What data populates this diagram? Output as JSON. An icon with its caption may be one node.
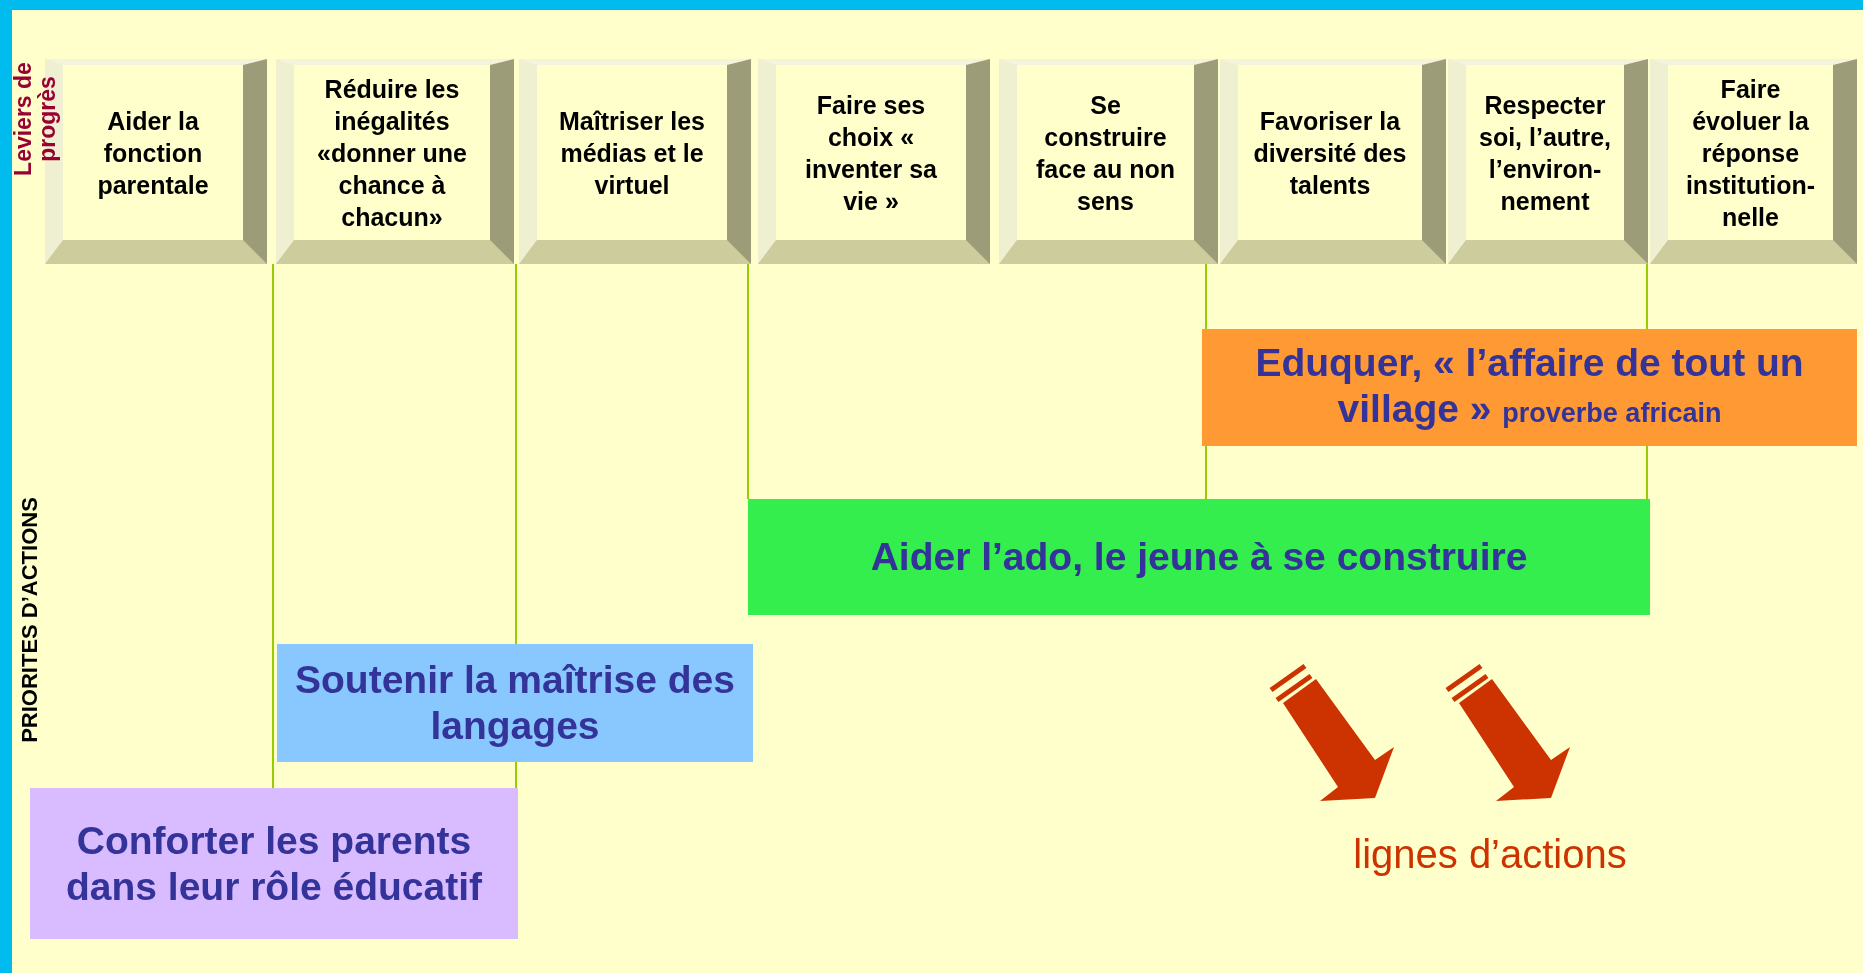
{
  "diagram": {
    "nodes": [
      {
        "text": [
          "Aider la fonction parentale"
        ]
      },
      {
        "text": [
          "Réduire les inégalités «donner une chance à chacun»"
        ]
      },
      {
        "text": [
          "Maîtriser les médias et le virtuel"
        ]
      },
      {
        "text": [
          "Faire ses choix « inventer sa vie »"
        ]
      },
      {
        "text": [
          "Se construire face au non sens"
        ]
      },
      {
        "text": [
          "Favoriser la diversité des talents"
        ]
      },
      {
        "text": [
          "Respecter soi, l’autre, l’environ-nement"
        ]
      },
      {
        "text": [
          "Faire évoluer la réponse institution-nelle"
        ]
      },
      {
        "text": [
          "Eduquer, « l’affaire de tout un village »",
          "proverbe africain"
        ]
      },
      {
        "text": [
          "Aider l’ado,  le jeune à se construire"
        ]
      },
      {
        "text": [
          "Soutenir la maîtrise des langages"
        ]
      },
      {
        "text": [
          "Conforter les parents dans leur rôle éducatif"
        ]
      }
    ],
    "edges": [
      {
        "from": 0,
        "to": 11,
        "arrow": "none"
      },
      {
        "from": 1,
        "to": 10,
        "arrow": "none"
      },
      {
        "from": 10,
        "to": 11,
        "arrow": "none"
      },
      {
        "from": 2,
        "to": 9,
        "arrow": "none"
      },
      {
        "from": 4,
        "to": 9,
        "arrow": "none"
      },
      {
        "from": 7,
        "to": 8,
        "arrow": "none"
      },
      {
        "from": 8,
        "to": 9,
        "arrow": "none"
      }
    ],
    "labels": [
      "Leviers de progrès",
      "PRIORITES D’ACTIONS",
      "lignes d’actions"
    ]
  }
}
